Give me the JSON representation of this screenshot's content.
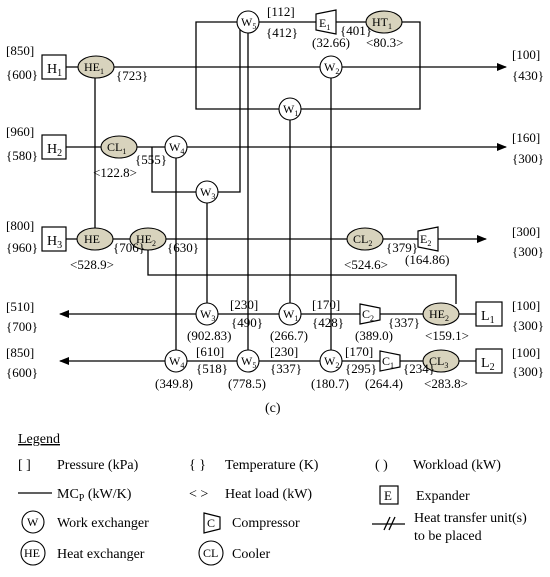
{
  "hot_streams": [
    {
      "name": "H",
      "sub": "1",
      "pressure": "[850]",
      "temperature": "{600}"
    },
    {
      "name": "H",
      "sub": "2",
      "pressure": "[960]",
      "temperature": "{580}"
    },
    {
      "name": "H",
      "sub": "3",
      "pressure": "[800]",
      "temperature": "{960}"
    }
  ],
  "hot_outlets": [
    {
      "pressure": "[100]",
      "temperature": "{430}"
    },
    {
      "pressure": "[160]",
      "temperature": "{300}"
    },
    {
      "pressure": "[300]",
      "temperature": "{300}"
    }
  ],
  "cold_streams": [
    {
      "name": "L",
      "sub": "1",
      "pressure": "[100]",
      "temperature": "{300}"
    },
    {
      "name": "L",
      "sub": "2",
      "pressure": "[100]",
      "temperature": "{300}"
    }
  ],
  "cold_outlets": [
    {
      "pressure": "[510]",
      "temperature": "{700}"
    },
    {
      "pressure": "[850]",
      "temperature": "{600}"
    }
  ],
  "units": {
    "W5top": {
      "main": "W",
      "sub": "5"
    },
    "E1": {
      "main": "E",
      "sub": "1"
    },
    "HT1": {
      "main": "HT",
      "sub": "1"
    },
    "HE1": {
      "main": "HE",
      "sub": "1"
    },
    "W2top": {
      "main": "W",
      "sub": "2"
    },
    "W1top": {
      "main": "W",
      "sub": "1"
    },
    "CL1": {
      "main": "CL",
      "sub": "1"
    },
    "W4top": {
      "main": "W",
      "sub": "4"
    },
    "W3top": {
      "main": "W",
      "sub": "3"
    },
    "HE": {
      "main": "HE",
      "sub": ""
    },
    "HE2a": {
      "main": "HE",
      "sub": "2"
    },
    "CL2": {
      "main": "CL",
      "sub": "2"
    },
    "E2": {
      "main": "E",
      "sub": "2"
    },
    "W3": {
      "main": "W",
      "sub": "3"
    },
    "W1": {
      "main": "W",
      "sub": "1"
    },
    "C2": {
      "main": "C",
      "sub": "2"
    },
    "HE2b": {
      "main": "HE",
      "sub": "2"
    },
    "W4": {
      "main": "W",
      "sub": "4"
    },
    "W5": {
      "main": "W",
      "sub": "5"
    },
    "W2": {
      "main": "W",
      "sub": "2"
    },
    "C1": {
      "main": "C",
      "sub": "1"
    },
    "CL3": {
      "main": "CL",
      "sub": "3"
    }
  },
  "annotations": {
    "p_112": "[112]",
    "t_412": "{412}",
    "t_401": "{401}",
    "w_3266": "(32.66)",
    "h_803": "<80.3>",
    "t_723": "{723}",
    "t_555": "{555}",
    "h_1228": "<122.8>",
    "t_706": "{706}",
    "t_630": "{630}",
    "h_5289": "<528.9>",
    "h_5246": "<524.6>",
    "t_379": "{379}",
    "w_16486": "(164.86)",
    "p_230a": "[230]",
    "t_490": "{490}",
    "p_170a": "[170]",
    "t_428": "{428}",
    "w_90283": "(902.83)",
    "w_2667": "(266.7)",
    "w_3890": "(389.0)",
    "t_337a": "{337}",
    "h_1591": "<159.1>",
    "p_610": "[610]",
    "t_518": "{518}",
    "p_230b": "[230]",
    "t_337b": "{337}",
    "p_170b": "[170]",
    "t_295": "{295}",
    "t_234": "{234}",
    "w_3498": "(349.8)",
    "w_7785": "(778.5)",
    "w_1807": "(180.7)",
    "w_2644": "(264.4)",
    "h_2838": "<283.8>"
  },
  "caption": "(c)",
  "legend": {
    "title": "Legend",
    "pressure_sym": "[     ]",
    "pressure": "Pressure (kPa)",
    "temperature_sym": "{     }",
    "temperature": "Temperature (K)",
    "workload_sym": "(     )",
    "workload": "Workload (kW)",
    "mcp_main": "MC",
    "mcp_sub": "P",
    "mcp_rest": " (kW/K)",
    "heatload_sym": "<     >",
    "heatload": "Heat load (kW)",
    "expander_sym": "E",
    "expander": "Expander",
    "work_sym": "W",
    "work": "Work exchanger",
    "comp_sym": "C",
    "comp": "Compressor",
    "htu_line1": "Heat transfer unit(s)",
    "htu_line2": "to be placed",
    "hx_sym": "HE",
    "hx": "Heat exchanger",
    "cooler_sym": "CL",
    "cooler": "Cooler"
  },
  "colors": {
    "heat_exchanger_fill": "#d8d3bd",
    "line": "#000000"
  }
}
